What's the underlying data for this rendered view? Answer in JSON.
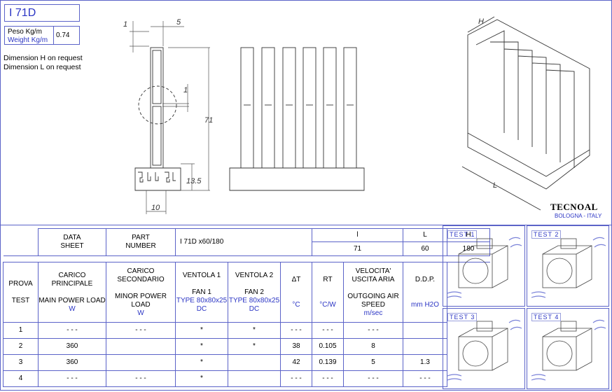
{
  "title": "I 71D",
  "weight": {
    "label_it": "Peso Kg/m",
    "label_en": "Weight Kg/m",
    "value": "0.74"
  },
  "notes": [
    "Dimension H on request",
    "Dimension L on request"
  ],
  "dims": {
    "d5": "5",
    "d1a": "1",
    "d1b": "1",
    "d71": "71",
    "d135": "13.5",
    "d10": "10",
    "H": "H",
    "L": "L"
  },
  "brand": {
    "name": "TECNOAL",
    "sub": "BOLOGNA - ITALY"
  },
  "sheet": {
    "data_sheet": [
      "DATA",
      "SHEET"
    ],
    "part_number": [
      "PART",
      "NUMBER"
    ],
    "part_value": "I 71D x60/180",
    "dim_labels": [
      "l",
      "L",
      "H"
    ],
    "dim_values": [
      "71",
      "60",
      "180"
    ]
  },
  "columns": [
    {
      "it": "PROVA",
      "en": "TEST",
      "unit": ""
    },
    {
      "it": "CARICO PRINCIPALE",
      "en": "MAIN POWER LOAD",
      "unit": "W"
    },
    {
      "it": "CARICO SECONDARIO",
      "en": "MINOR POWER LOAD",
      "unit": "W"
    },
    {
      "it": "VENTOLA 1",
      "en": "FAN 1",
      "unit": "TYPE 80x80x25 DC"
    },
    {
      "it": "VENTOLA 2",
      "en": "FAN 2",
      "unit": "TYPE 80x80x25 DC"
    },
    {
      "it": "ΔT",
      "en": "",
      "unit": "°C"
    },
    {
      "it": "RT",
      "en": "",
      "unit": "°C/W"
    },
    {
      "it": "VELOCITA' USCITA ARIA",
      "en": "OUTGOING AIR SPEED",
      "unit": "m/sec"
    },
    {
      "it": "D.D.P.",
      "en": "",
      "unit": "mm H2O"
    }
  ],
  "rows": [
    [
      "1",
      "- - -",
      "- - -",
      "*",
      "*",
      "- - -",
      "- - -",
      "- - -",
      ""
    ],
    [
      "2",
      "360",
      "",
      "*",
      "*",
      "38",
      "0.105",
      "8",
      ""
    ],
    [
      "3",
      "360",
      "",
      "*",
      "",
      "42",
      "0.139",
      "5",
      "1.3"
    ],
    [
      "4",
      "- - -",
      "- - -",
      "*",
      "",
      "- - -",
      "- - -",
      "- - -",
      "- - -"
    ]
  ],
  "tests": [
    "TEST 1",
    "TEST 2",
    "TEST 3",
    "TEST 4"
  ]
}
